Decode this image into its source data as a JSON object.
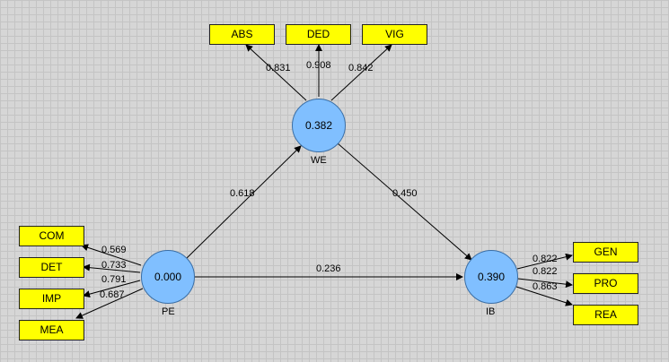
{
  "constructs": {
    "pe": {
      "name": "PE",
      "r2": "0.000"
    },
    "we": {
      "name": "WE",
      "r2": "0.382"
    },
    "ib": {
      "name": "IB",
      "r2": "0.390"
    }
  },
  "indicators": {
    "abs": "ABS",
    "ded": "DED",
    "vig": "VIG",
    "com": "COM",
    "det": "DET",
    "imp": "IMP",
    "mea": "MEA",
    "gen": "GEN",
    "pro": "PRO",
    "rea": "REA"
  },
  "loadings": {
    "abs": "0.831",
    "ded": "0.908",
    "vig": "0.842",
    "com": "0.569",
    "det": "0.733",
    "imp": "0.791",
    "mea": "0.687",
    "gen": "0.822",
    "pro": "0.822",
    "rea": "0.863"
  },
  "paths": {
    "pe_we": "0.618",
    "we_ib": "0.450",
    "pe_ib": "0.236"
  },
  "colors": {
    "indicator_fill": "#ffff00",
    "construct_fill": "#80bfff",
    "background": "#d6d6d6"
  }
}
